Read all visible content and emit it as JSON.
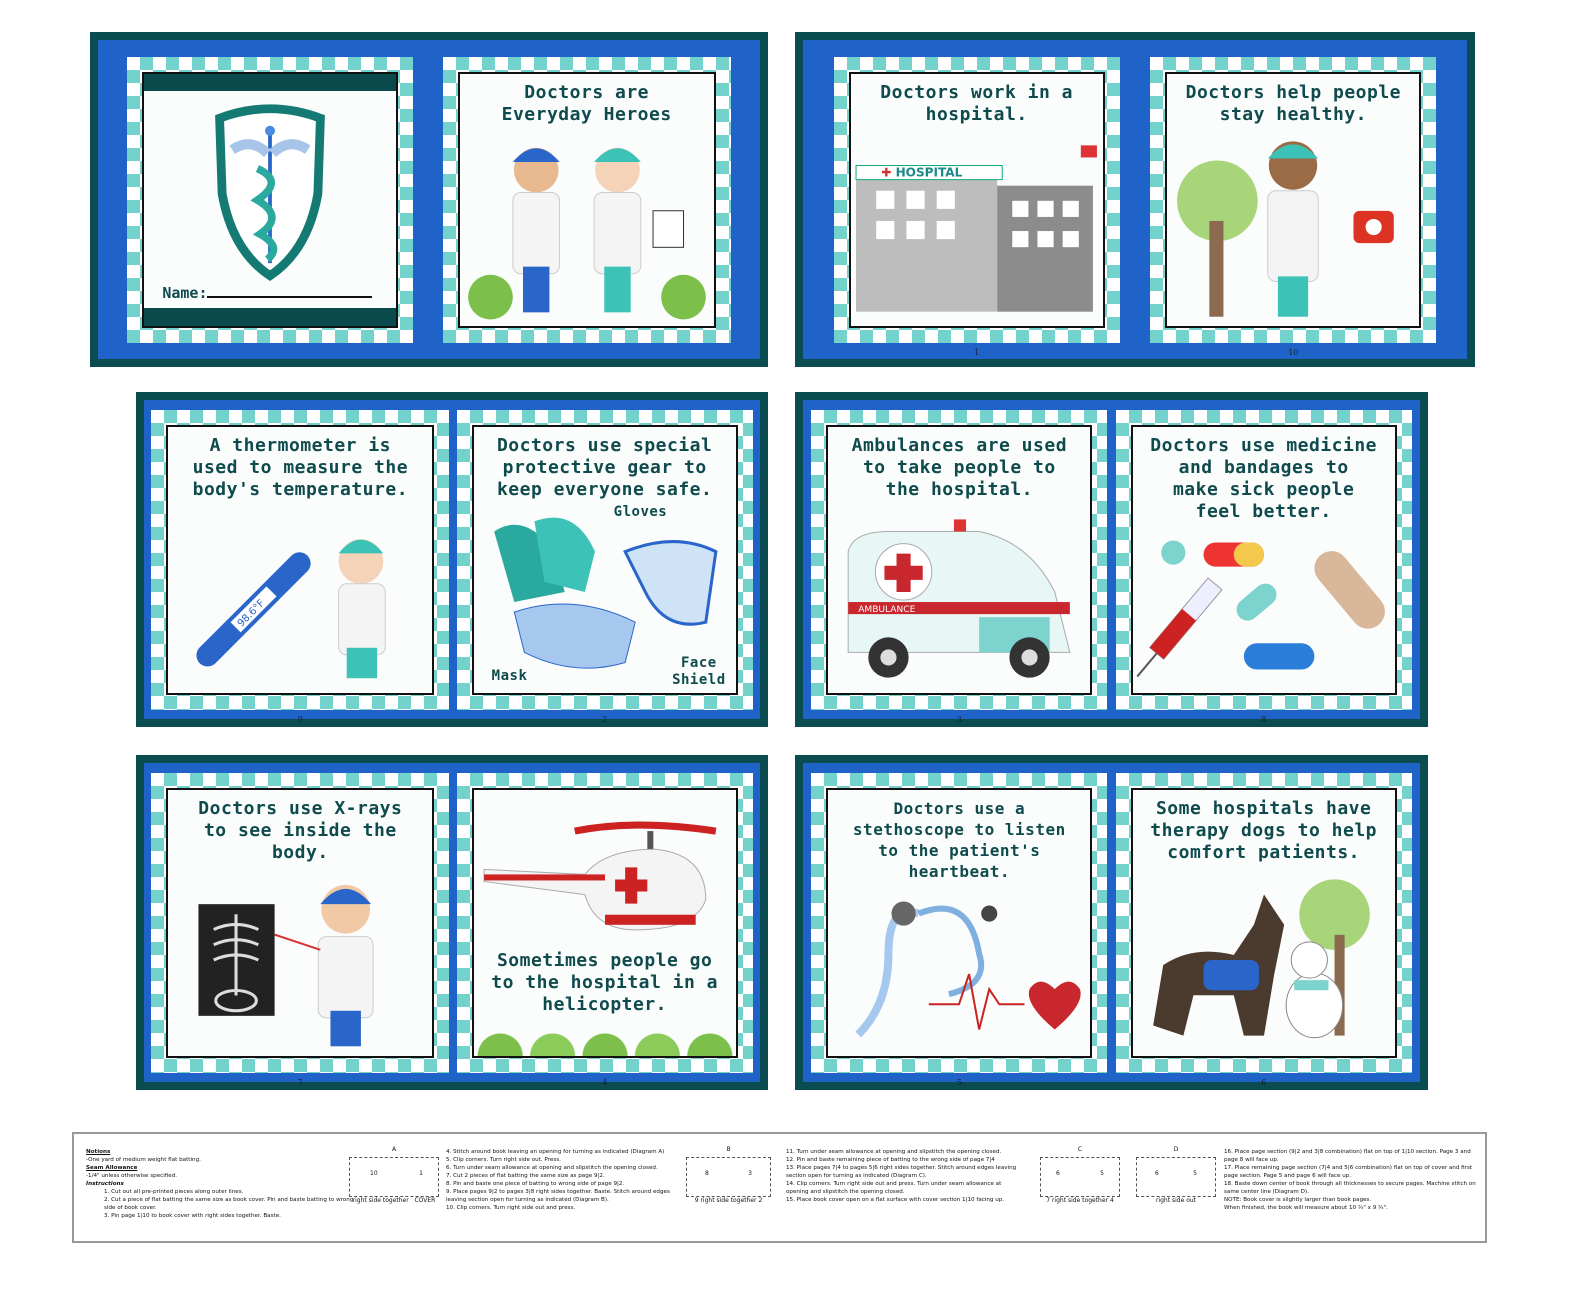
{
  "colors": {
    "dark_border": "#0b4c50",
    "blue_border": "#1f63c9",
    "checker": "#74d2cd",
    "text": "#0f4a4c"
  },
  "cover": {
    "name_label": "Name:",
    "emblem": "caduceus-shield-icon"
  },
  "pages": [
    {
      "text": "Doctors are\nEveryday Heroes",
      "number": ""
    },
    {
      "text": "Doctors work in a\nhospital.",
      "number": "1",
      "sign": "HOSPITAL"
    },
    {
      "text": "Doctors help people\nstay healthy.",
      "number": "10"
    },
    {
      "text": "A thermometer is\nused to measure the\nbody's temperature.",
      "number": "9",
      "reading": "98.6°F"
    },
    {
      "text": "Doctors use special\nprotective gear to\nkeep everyone safe.",
      "number": "2",
      "labels": {
        "gloves": "Gloves",
        "mask": "Mask",
        "shield": "Face\nShield"
      }
    },
    {
      "text": "Ambulances are used\nto take people to\nthe hospital.",
      "number": "3",
      "sign": "AMBULANCE"
    },
    {
      "text": "Doctors use medicine\nand bandages to\nmake sick people\nfeel better.",
      "number": "8"
    },
    {
      "text": "Doctors use X-rays\nto see inside the\nbody.",
      "number": "7"
    },
    {
      "text": "Sometimes people go\nto the hospital in a\nhelicopter.",
      "number": "4"
    },
    {
      "text": "Doctors use a\nstethoscope to listen\nto the patient's\nheartbeat.",
      "number": "5"
    },
    {
      "text": "Some hospitals have\ntherapy dogs to help\ncomfort patients.",
      "number": "6"
    }
  ],
  "instructions": {
    "notions_title": "Notions",
    "notions": "-One yard of medium weight flat batting.",
    "seam_title": "Seam Allowance",
    "seam": "-1/4\" unless otherwise specified.",
    "instr_title": "Instructions",
    "steps_a": [
      "1.  Cut out all pre-printed pieces along outer lines.",
      "2.  Cut a piece of flat batting the same size as book cover.  Pin and baste batting to wrong side of book cover.",
      "3.  Pin page 1|10 to book cover with right sides together.  Baste."
    ],
    "steps_b": [
      "4.  Stitch around book leaving an opening for turning as indicated (Diagram A)",
      "5.  Clip corners.  Turn right side out.  Press.",
      "6.  Turn under seam allowance at opening and slipstitch the opening closed.",
      "7.  Cut 2 pieces of flat batting the same size as page 9|2.",
      "8.  Pin and baste one piece of batting to wrong side of page 9|2.",
      "9.  Place pages 9|2 to pages 3|8 right sides together.  Baste.  Stitch around edges leaving section open for turning as indicated (Diagram B).",
      "10.  Clip corners.  Turn right side out and press."
    ],
    "steps_c": [
      "11.  Turn under seam allowance at opening and slipstitch the opening closed.",
      "12.  Pin and baste remaining piece of batting to the wrong side of page 7|4",
      "13.  Place pages 7|4 to pages 5|6 right sides together.  Stitch around edges leaving section open for turning as indicated (Diagram C).",
      "14.  Clip corners. Turn right side out and press.  Turn under seam allowance at opening and slipstitch the opening closed.",
      "15.  Place book cover open on a flat surface with cover section 1|10 facing up."
    ],
    "steps_d": [
      "16.  Place page section (9|2 and 3|8 combination) flat on top of 1|10 section.  Page 3 and page 8 will face up.",
      "17.  Place remaining page section (7|4 and 5|6 combination) flat on top of cover and first page section.  Page 5 and page 6 will face up.",
      "18.  Baste down center of book through all thicknesses to secure pages.  Machine stitch on same center line (Diagram D).",
      "NOTE:  Book cover is slightly larger than book pages.",
      "When finished, the book will measure about 10 ¾\" x 9 ¾\"."
    ],
    "diagrams": [
      {
        "title": "A",
        "left": "10",
        "right": "1",
        "caption": "right side together",
        "extra": "COVER"
      },
      {
        "title": "B",
        "left": "8",
        "right": "3",
        "caption": "right side together",
        "corner_left": "9",
        "corner_right": "2"
      },
      {
        "title": "C",
        "left": "6",
        "right": "5",
        "caption": "right side together",
        "corner_left": "7",
        "corner_right": "4"
      },
      {
        "title": "D",
        "left": "6",
        "right": "5",
        "caption": "right side out"
      }
    ]
  }
}
